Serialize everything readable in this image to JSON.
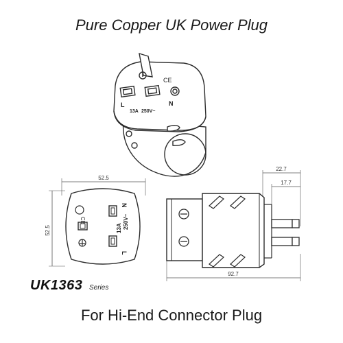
{
  "title": "Pure Copper UK Power Plug",
  "subtitle": "For Hi-End Connector Plug",
  "model": {
    "code": "UK1363",
    "suffix": "Series"
  },
  "dimensions": {
    "front_width": "52.5",
    "front_height": "52.5",
    "side_length": "92.7",
    "pin_offset_outer": "22.7",
    "pin_offset_inner": "17.7"
  },
  "plug_marks": {
    "live": "L",
    "neutral": "N",
    "rating_current": "13A",
    "rating_voltage": "250V~",
    "ce_mark": "CE"
  },
  "icons": [
    "earth-symbol-icon",
    "double-insulation-icon",
    "ce-mark-icon",
    "screw-icon"
  ],
  "colors": {
    "line": "#2b2b2b",
    "body_fill": "#ffffff",
    "dim_line": "#555555"
  }
}
